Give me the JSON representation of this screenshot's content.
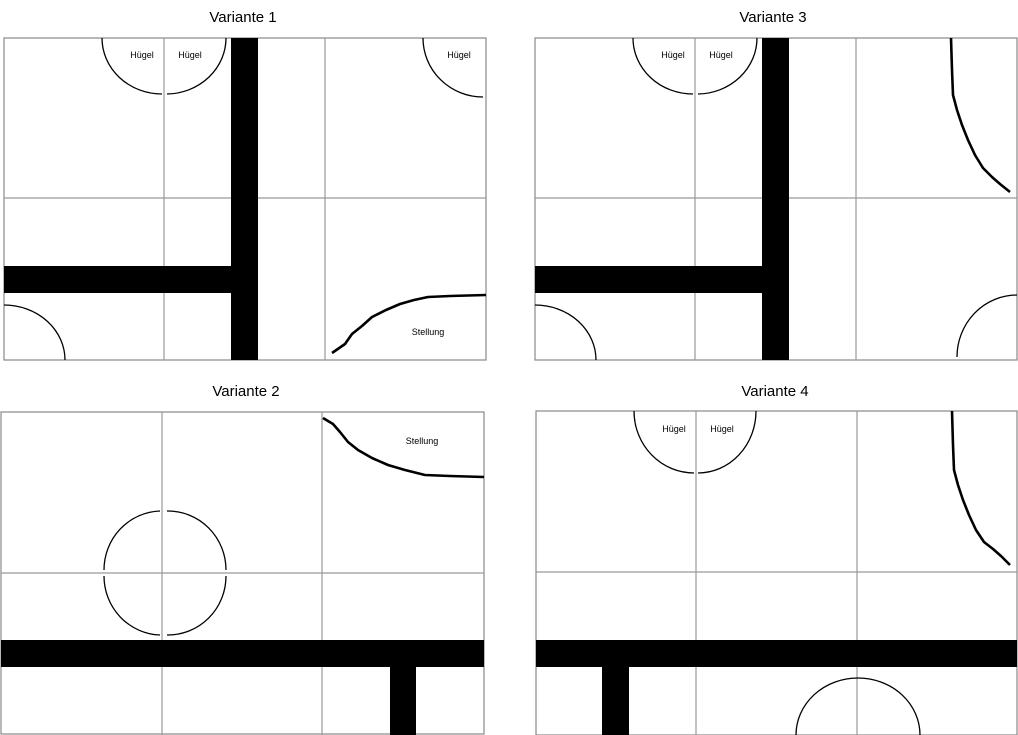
{
  "variants": [
    {
      "title": "Variante 1",
      "labels": {
        "hill_a": "Hügel",
        "hill_b": "Hügel",
        "hill_c": "Hügel",
        "position": "Stellung"
      }
    },
    {
      "title": "Variante 3",
      "labels": {
        "hill_a": "Hügel",
        "hill_b": "Hügel"
      }
    },
    {
      "title": "Variante 2",
      "labels": {
        "position": "Stellung"
      }
    },
    {
      "title": "Variante 4",
      "labels": {
        "hill_a": "Hügel",
        "hill_b": "Hügel"
      }
    }
  ]
}
